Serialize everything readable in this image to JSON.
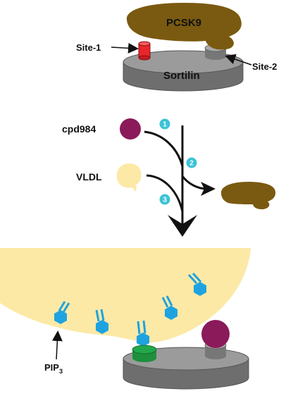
{
  "labels": {
    "pcsk9": "PCSK9",
    "sortilin": "Sortilin",
    "site1": "Site-1",
    "site2": "Site-2",
    "cpd984": "cpd984",
    "vldl": "VLDL",
    "pip3_main": "PIP",
    "pip3_sub": "3"
  },
  "steps": [
    "1",
    "2",
    "3"
  ],
  "colors": {
    "pcsk9": "#7a5a10",
    "sortilin_top": "#9b9b9b",
    "sortilin_side": "#6e6e6e",
    "site1": "#e8262c",
    "cpd984": "#8b1a5a",
    "vldl": "#fde9a6",
    "pip3": "#1ea3e0",
    "step_badge": "#3cc3d6",
    "binding_pocket": "#22a84b"
  }
}
